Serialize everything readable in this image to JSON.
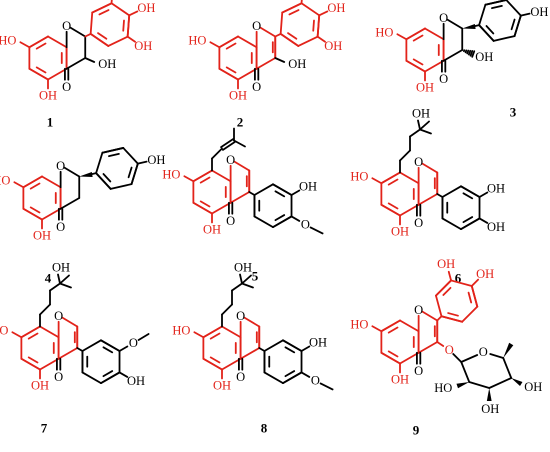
{
  "labels": {
    "oh": "OH",
    "ho": "HO",
    "o": "O"
  },
  "compounds": [
    {
      "number": "1"
    },
    {
      "number": "2"
    },
    {
      "number": "3"
    },
    {
      "number": "4"
    },
    {
      "number": "5"
    },
    {
      "number": "6"
    },
    {
      "number": "7"
    },
    {
      "number": "8"
    },
    {
      "number": "9"
    }
  ],
  "colors": {
    "highlight": "#e2231a",
    "bond": "#000000"
  }
}
